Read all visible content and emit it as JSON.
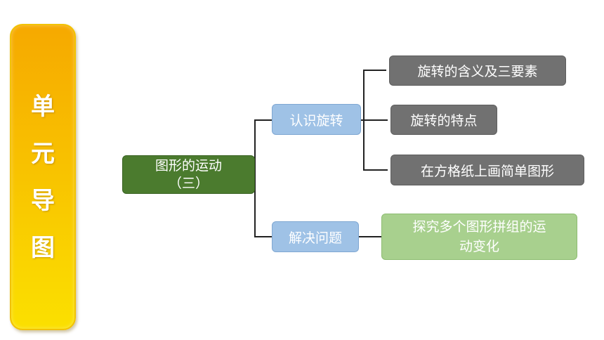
{
  "banner": {
    "chars": [
      "单",
      "元",
      "导",
      "图"
    ]
  },
  "root": {
    "line1": "图形的运动",
    "line2": "（三）"
  },
  "branches": [
    {
      "label": "认识旋转",
      "children": [
        "旋转的含义及三要素",
        "旋转的特点",
        "在方格纸上画简单图形"
      ]
    },
    {
      "label": "解决问题",
      "children_line1": "探究多个图形拼组的运",
      "children_line2": "动变化"
    }
  ],
  "colors": {
    "banner_top": "#f6a900",
    "banner_bottom": "#fbe000",
    "root_fill": "#4b7b2e",
    "branch_fill": "#9fc2e6",
    "leaf_fill": "#717171",
    "leaf_green_fill": "#a8d08e",
    "connector": "#222222"
  }
}
